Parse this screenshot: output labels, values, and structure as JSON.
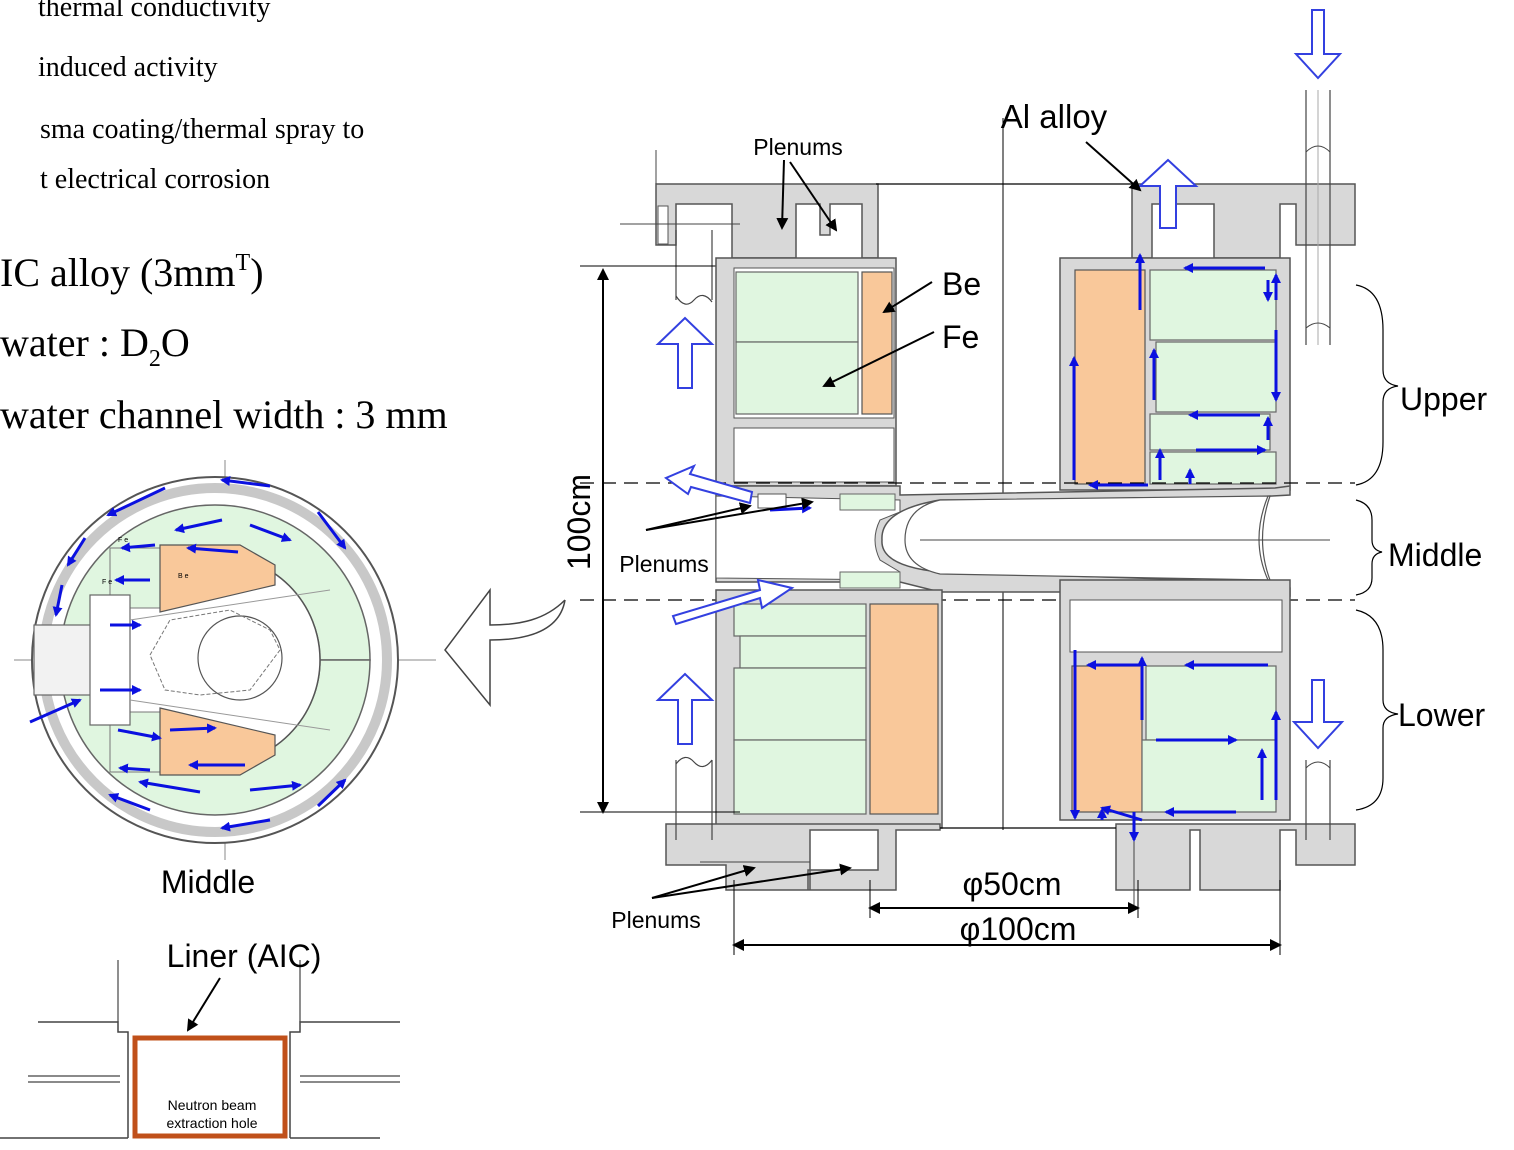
{
  "text_lines": {
    "line1": "thermal conductivity",
    "line2": "induced activity",
    "line3": "sma coating/thermal spray to",
    "line4": "t electrical corrosion"
  },
  "alloy": {
    "prefix": "IC alloy (3mm",
    "sup": "T",
    "suffix": ")"
  },
  "water": {
    "prefix": "water : D",
    "sub": "2",
    "suffix": "O"
  },
  "channel": "water channel width : 3 mm",
  "labels": {
    "al_alloy": "Al alloy",
    "plenums_top": "Plenums",
    "plenums_mid": "Plenums",
    "plenums_bottom": "Plenums",
    "be": "Be",
    "fe": "Fe",
    "dim_height": "100cm",
    "upper": "Upper",
    "middle": "Middle",
    "lower": "Lower",
    "phi50": "φ50cm",
    "phi100": "φ100cm",
    "section_title": "Middle",
    "liner": "Liner (AIC)",
    "hole_line1": "Neutron beam",
    "hole_line2": "extraction hole",
    "small_fe": "F e",
    "small_fe2": "F e",
    "small_be": "B e"
  },
  "colors": {
    "fe_fill": "#e0f6e0",
    "be_fill": "#f9c89a",
    "steel": "#d8d8d8",
    "flow_arrow": "#0b10e0",
    "outline_arrow": "#3340e0",
    "liner": "#c0501a"
  }
}
